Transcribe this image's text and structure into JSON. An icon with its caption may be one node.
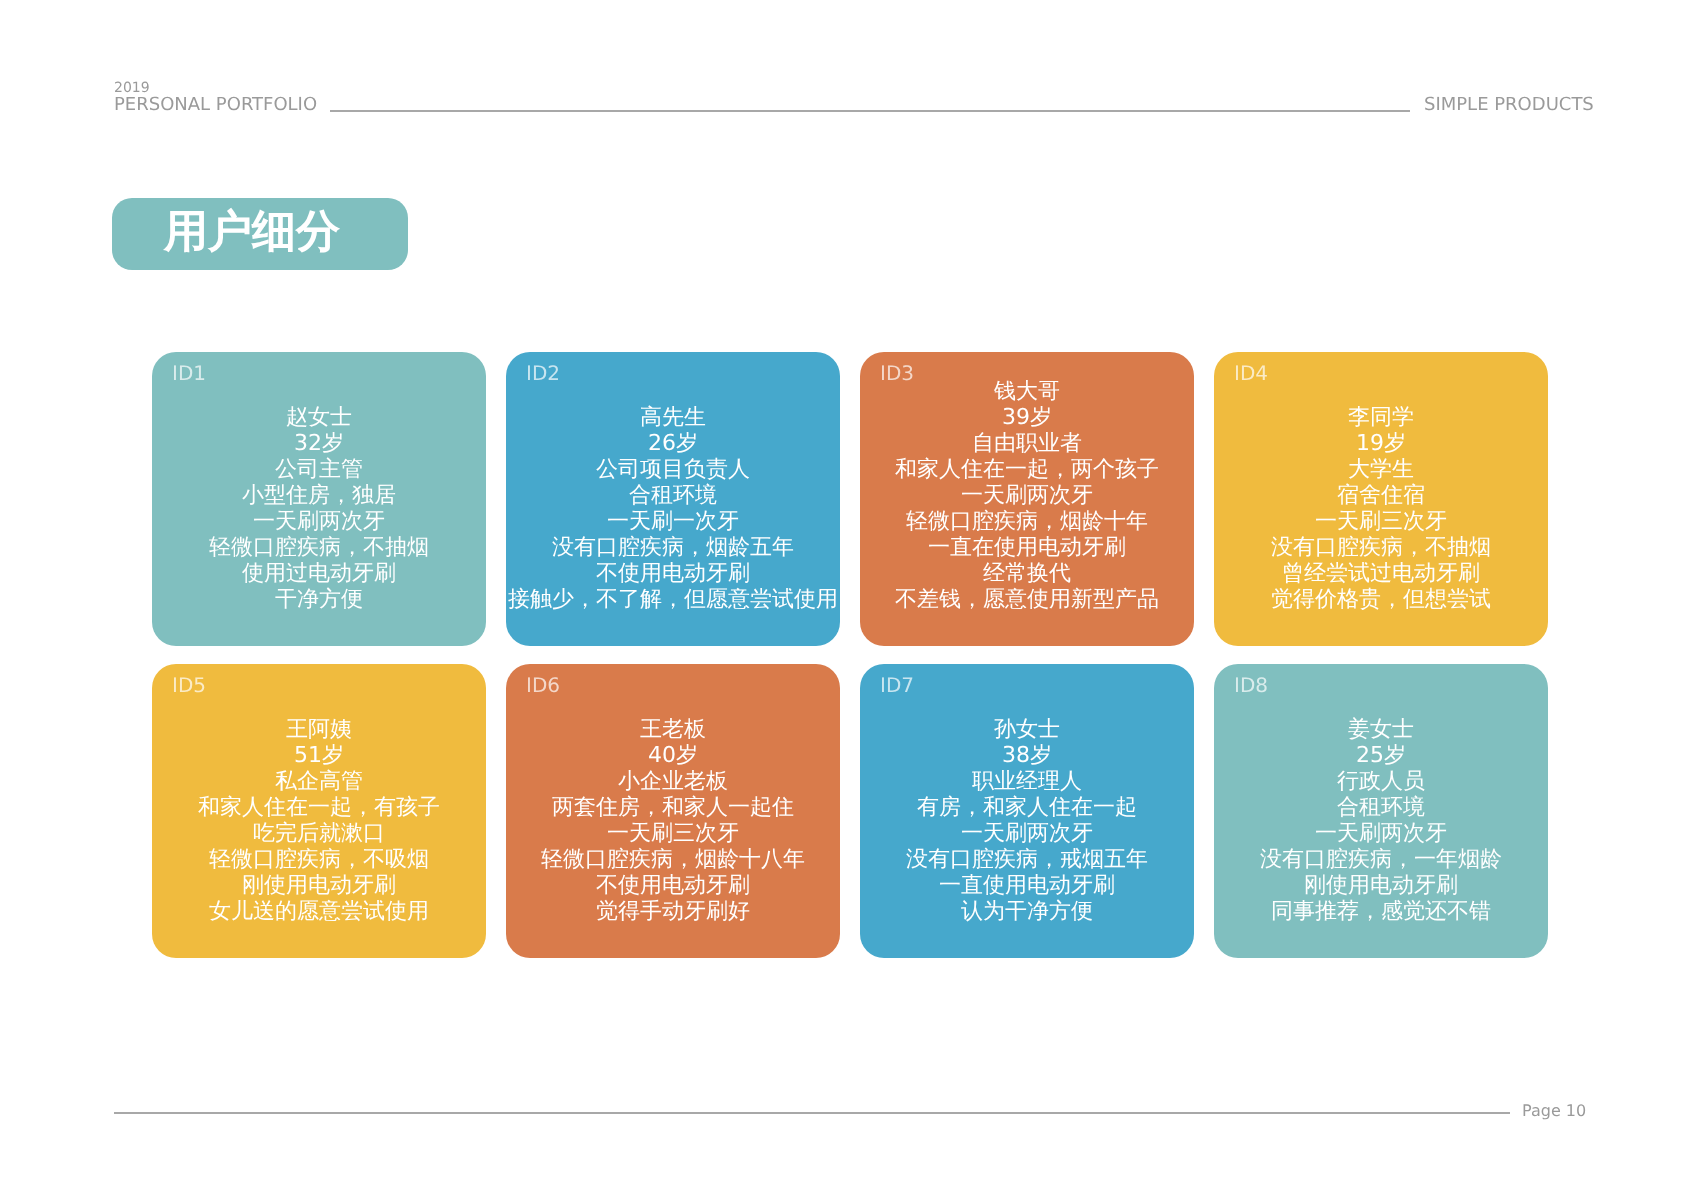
{
  "diagram": {
    "title": "用户细分",
    "nodes": [
      {
        "text": [
          "ID1",
          "赵女士",
          "32岁",
          "公司主管",
          "小型住房，独居",
          "一天刷两次牙",
          "轻微口腔疾病，不抽烟",
          "使用过电动牙刷",
          "干净方便"
        ]
      },
      {
        "text": [
          "ID2",
          "高先生",
          "26岁",
          "公司项目负责人",
          "合租环境",
          "一天刷一次牙",
          "没有口腔疾病，烟龄五年",
          "不使用电动牙刷",
          "接触少，不了解，但愿意尝试使用"
        ]
      },
      {
        "text": [
          "ID3",
          "钱大哥",
          "39岁",
          "自由职业者",
          "和家人住在一起，两个孩子",
          "一天刷两次牙",
          "轻微口腔疾病，烟龄十年",
          "一直在使用电动牙刷",
          "经常换代",
          "不差钱，愿意使用新型产品"
        ]
      },
      {
        "text": [
          "ID4",
          "李同学",
          "19岁",
          "大学生",
          "宿舍住宿",
          "一天刷三次牙",
          "没有口腔疾病，不抽烟",
          "曾经尝试过电动牙刷",
          "觉得价格贵，但想尝试"
        ]
      },
      {
        "text": [
          "ID5",
          "王阿姨",
          "51岁",
          "私企高管",
          "和家人住在一起，有孩子",
          "吃完后就漱口",
          "轻微口腔疾病，不吸烟",
          "刚使用电动牙刷",
          "女儿送的愿意尝试使用"
        ]
      },
      {
        "text": [
          "ID6",
          "王老板",
          "40岁",
          "小企业老板",
          "两套住房，和家人一起住",
          "一天刷三次牙",
          "轻微口腔疾病，烟龄十八年",
          "不使用电动牙刷",
          "觉得手动牙刷好"
        ]
      },
      {
        "text": [
          "ID7",
          "孙女士",
          "38岁",
          "职业经理人",
          "有房，和家人住在一起",
          "一天刷两次牙",
          "没有口腔疾病，戒烟五年",
          "一直使用电动牙刷",
          "认为干净方便"
        ]
      },
      {
        "text": [
          "ID8",
          "姜女士",
          "25岁",
          "行政人员",
          "合租环境",
          "一天刷两次牙",
          "没有口腔疾病，一年烟龄",
          "刚使用电动牙刷",
          "同事推荐，感觉还不错"
        ]
      }
    ],
    "labels": [
      "2019",
      "PERSONAL PORTFOLIO",
      "SIMPLE PRODUCTS",
      "Page 10"
    ]
  }
}
